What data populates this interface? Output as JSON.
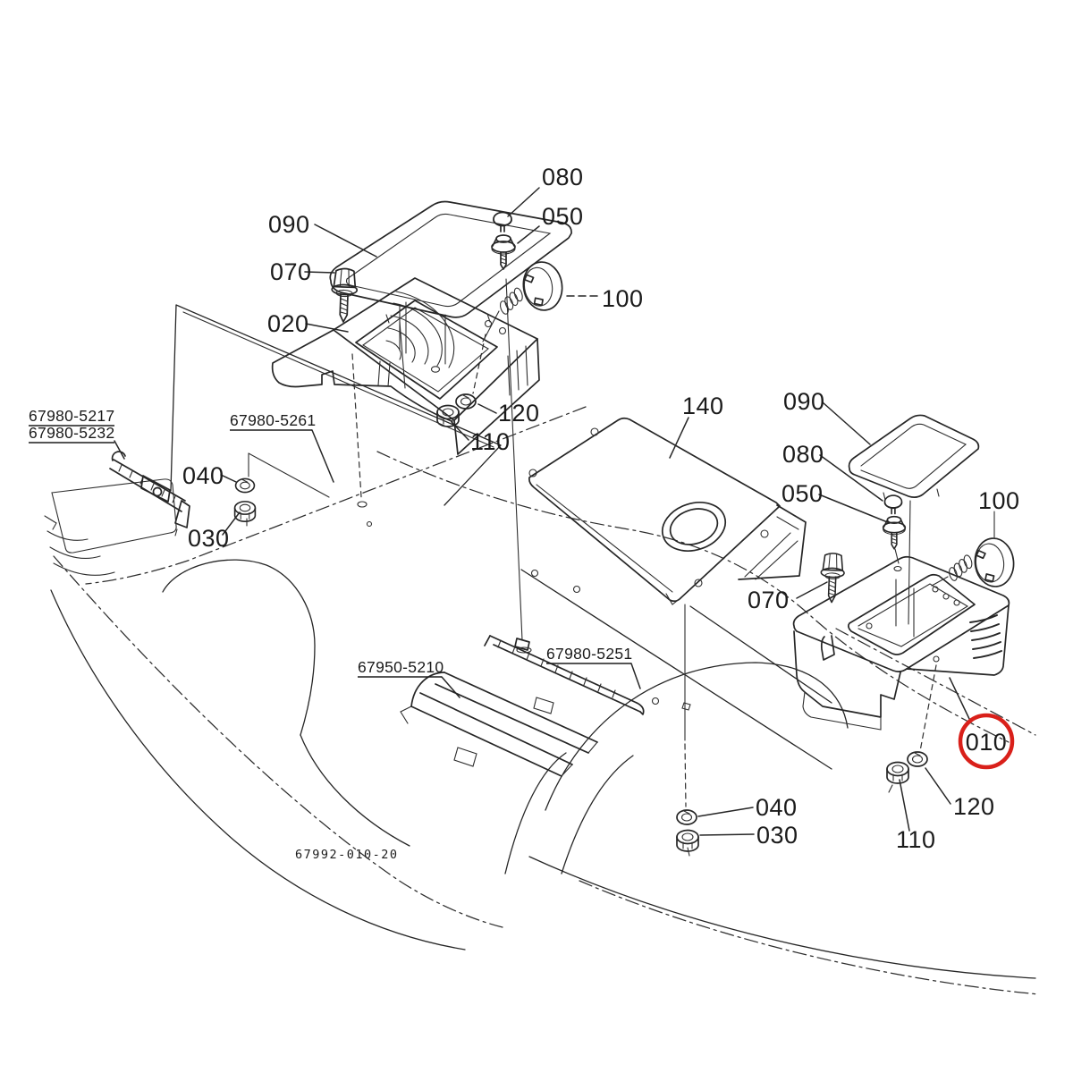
{
  "diagram": {
    "drawing_number": "67992-010-20",
    "colors": {
      "line": "#262626",
      "label": "#1b1b1b",
      "highlight": "#d9201a",
      "background": "#ffffff"
    },
    "highlighted_callout": "010",
    "callouts": [
      {
        "id": "080-top",
        "text": "080"
      },
      {
        "id": "050-top",
        "text": "050"
      },
      {
        "id": "090-left",
        "text": "090"
      },
      {
        "id": "070-left",
        "text": "070"
      },
      {
        "id": "100-top",
        "text": "100"
      },
      {
        "id": "020",
        "text": "020"
      },
      {
        "id": "140",
        "text": "140"
      },
      {
        "id": "090-right",
        "text": "090"
      },
      {
        "id": "120-mid",
        "text": "120"
      },
      {
        "id": "110-mid",
        "text": "110"
      },
      {
        "id": "080-right",
        "text": "080"
      },
      {
        "id": "050-right",
        "text": "050"
      },
      {
        "id": "100-right",
        "text": "100"
      },
      {
        "id": "070-right",
        "text": "070"
      },
      {
        "id": "040-left",
        "text": "040"
      },
      {
        "id": "030-left",
        "text": "030"
      },
      {
        "id": "010",
        "text": "010"
      },
      {
        "id": "120-bottom-right",
        "text": "120"
      },
      {
        "id": "110-bottom-right",
        "text": "110"
      },
      {
        "id": "040-bottom",
        "text": "040"
      },
      {
        "id": "030-bottom",
        "text": "030"
      }
    ],
    "part_numbers": [
      {
        "id": "67980-5217",
        "text": "67980-5217"
      },
      {
        "id": "67980-5232",
        "text": "67980-5232"
      },
      {
        "id": "67980-5261",
        "text": "67980-5261"
      },
      {
        "id": "67950-5210",
        "text": "67950-5210"
      },
      {
        "id": "67980-5251",
        "text": "67980-5251"
      }
    ]
  }
}
